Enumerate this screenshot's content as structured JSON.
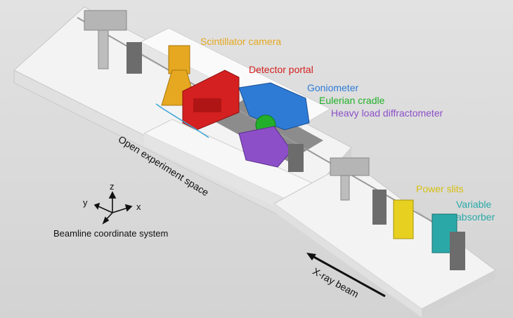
{
  "labels": {
    "scintillator_camera": "Scintillator camera",
    "detector_portal": "Detector portal",
    "goniometer": "Goniometer",
    "eulerian_cradle": "Eulerian cradle",
    "heavy_load_diffractometer": "Heavy load diffractometer",
    "power_slits": "Power slits",
    "variable_absorber_line1": "Variable",
    "variable_absorber_line2": "absorber",
    "open_experiment_space": "Open experiment space",
    "xray_beam": "X-ray beam"
  },
  "coordinate_system": {
    "title": "Beamline coordinate system",
    "axis_x": "x",
    "axis_y": "y",
    "axis_z": "z"
  },
  "colors": {
    "scintillator_camera": "#E5A820",
    "detector_portal": "#D42020",
    "goniometer": "#2E7BD6",
    "eulerian_cradle": "#22B02A",
    "heavy_load_diffractometer": "#8C4FC8",
    "power_slits": "#E8D020",
    "variable_absorber": "#2AA8A8",
    "platform": "#F4F4F4",
    "background": "#D9D9D9"
  }
}
